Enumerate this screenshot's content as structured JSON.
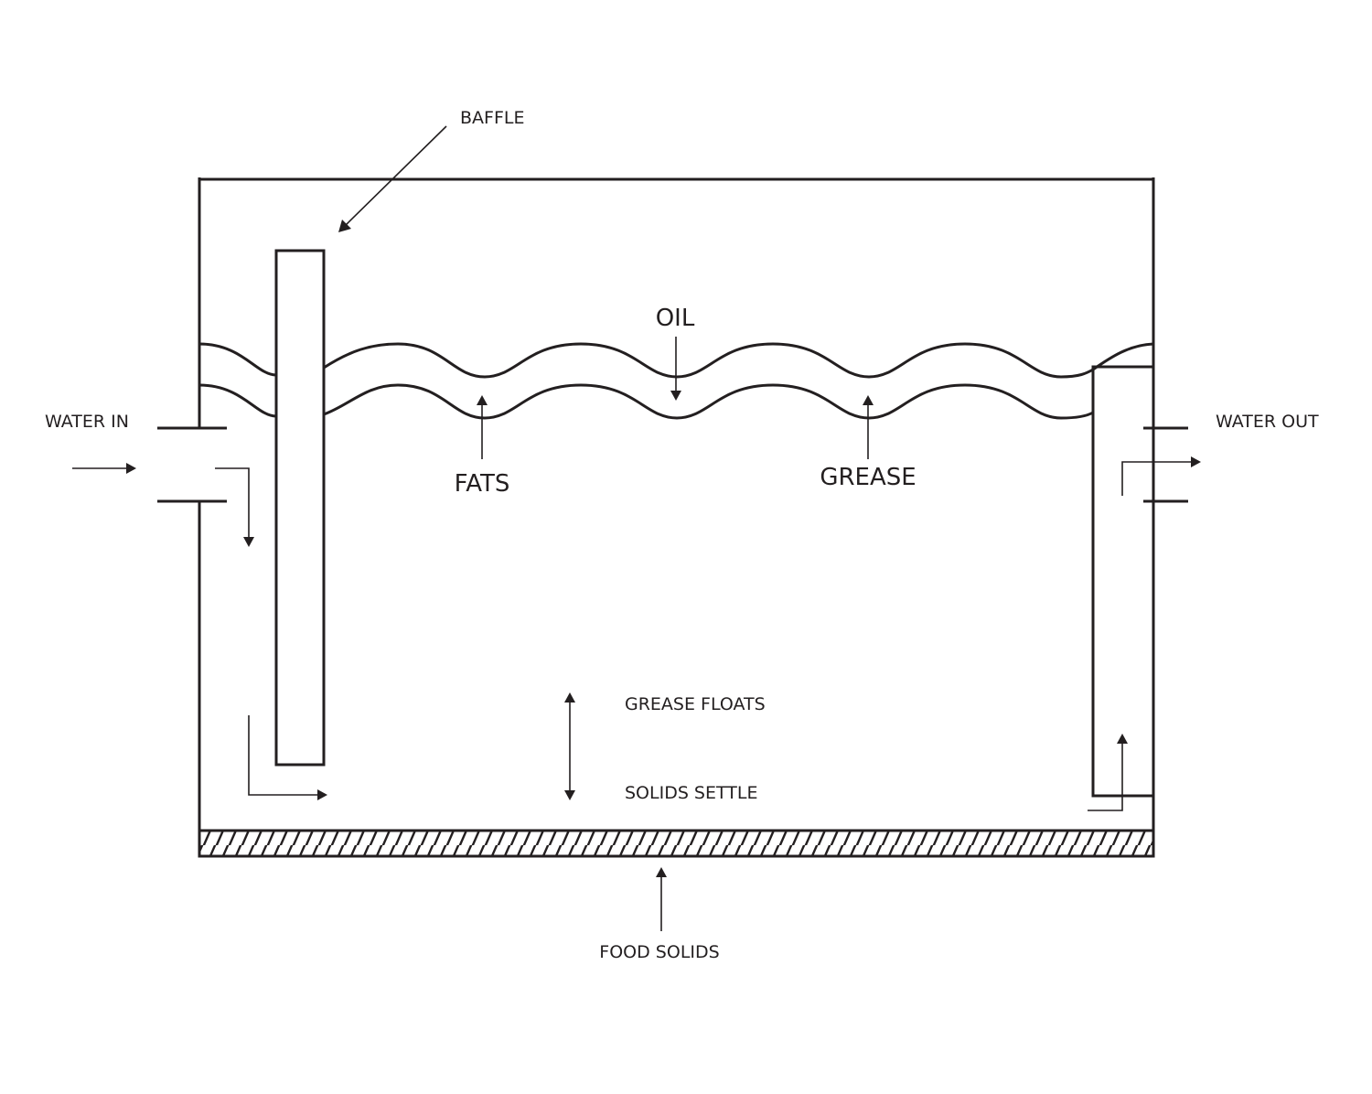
{
  "labels": {
    "baffle": "BAFFLE",
    "oil": "OIL",
    "water_in": "WATER IN",
    "water_out": "WATER OUT",
    "fats": "FATS",
    "grease": "GREASE",
    "grease_floats": "GREASE FLOATS",
    "solids_settle": "SOLIDS SETTLE",
    "food_solids": "FOOD SOLIDS"
  },
  "colors": {
    "line": "#231f20",
    "background": "#ffffff"
  }
}
